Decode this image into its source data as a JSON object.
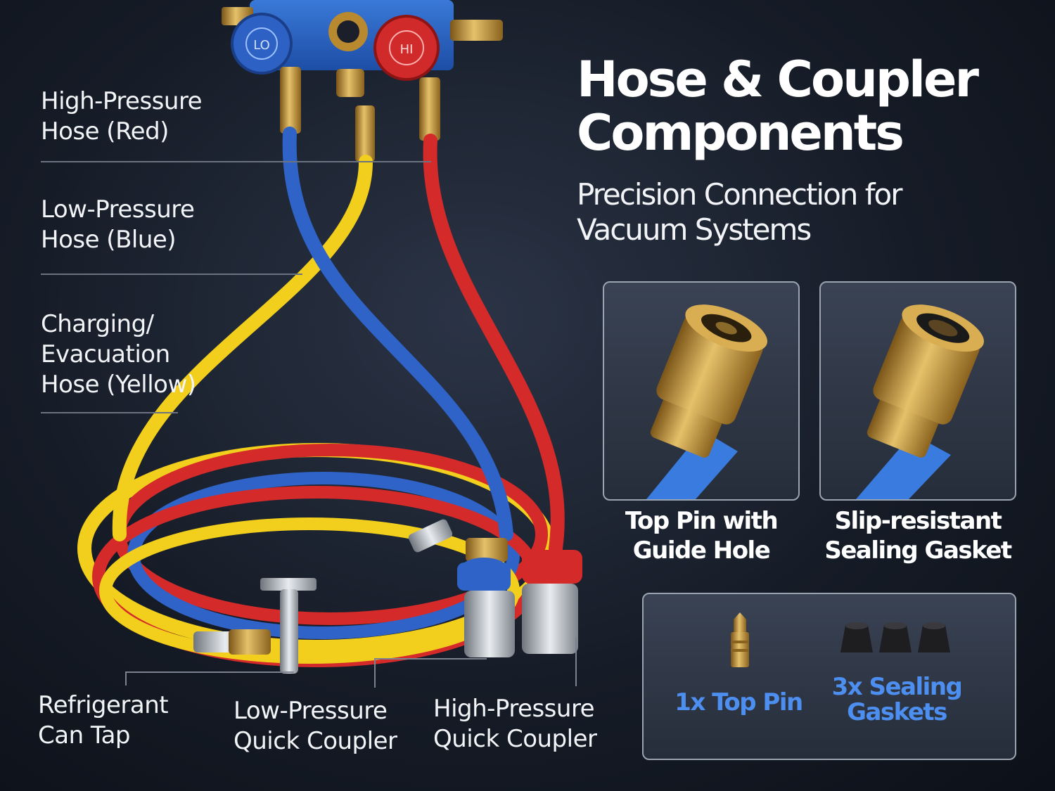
{
  "heading": {
    "title_line1": "Hose & Coupler",
    "title_line2": "Components",
    "subtitle_line1": "Precision Connection for",
    "subtitle_line2": "Vacuum Systems"
  },
  "hose_labels": [
    {
      "line1": "High-Pressure",
      "line2": "Hose (Red)"
    },
    {
      "line1": "Low-Pressure",
      "line2": "Hose (Blue)"
    },
    {
      "line1": "Charging/",
      "line2": "Evacuation",
      "line3": "Hose (Yellow)"
    }
  ],
  "bottom_labels": [
    {
      "line1": "Refrigerant",
      "line2": "Can Tap"
    },
    {
      "line1": "Low-Pressure",
      "line2": "Quick Coupler"
    },
    {
      "line1": "High-Pressure",
      "line2": "Quick Coupler"
    }
  ],
  "feature_cards": [
    {
      "line1": "Top Pin with",
      "line2": "Guide Hole"
    },
    {
      "line1": "Slip-resistant",
      "line2": "Sealing Gasket"
    }
  ],
  "accessories": {
    "pin_label": "1x Top Pin",
    "gasket_line1": "3x Sealing",
    "gasket_line2": "Gaskets"
  },
  "valve_labels": {
    "lo": "LO",
    "hi": "HI"
  },
  "colors": {
    "red_hose": "#d42a2a",
    "blue_hose": "#2f63c8",
    "yellow_hose": "#f2cf1d",
    "accent_blue": "#2f6fe0",
    "caption_blue": "#4d8ff0",
    "brass": "#c99a3a"
  },
  "icons": [
    "manifold-gauge-icon",
    "brass-fitting-icon",
    "top-pin-icon",
    "sealing-gasket-icon",
    "quick-coupler-icon",
    "can-tap-icon"
  ]
}
